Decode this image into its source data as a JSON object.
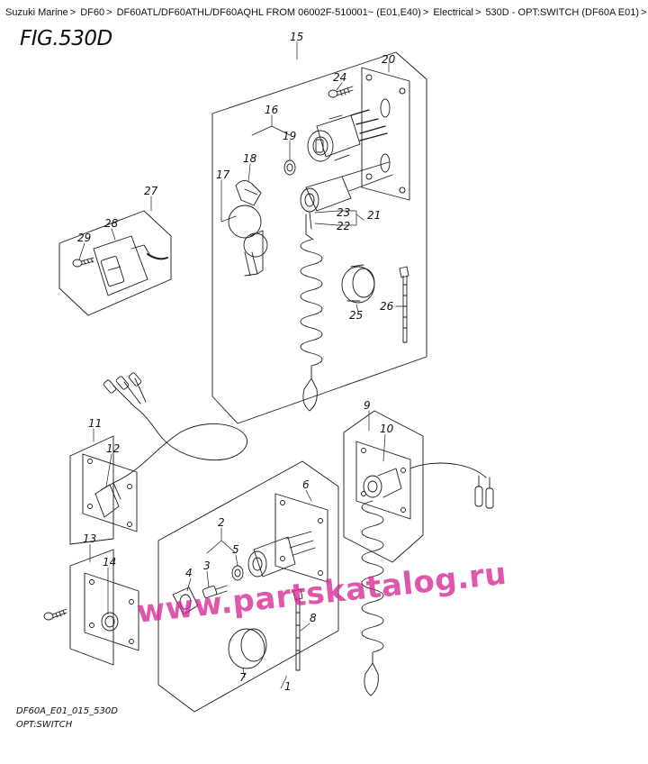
{
  "breadcrumb": {
    "items": [
      "Suzuki Marine",
      "DF60",
      "DF60ATL/DF60ATHL/DF60AQHL FROM 06002F-510001~ (E01,E40)",
      "Electrical",
      "530D - OPT:SWITCH (DF60A E01)"
    ],
    "separator": ">"
  },
  "figure": {
    "title": "FIG.530D",
    "code": "DF60A_E01_015_530D",
    "caption": "OPT:SWITCH"
  },
  "watermark": "www.partskatalog.ru",
  "callouts": {
    "c1": "1",
    "c2": "2",
    "c3": "3",
    "c4": "4",
    "c5": "5",
    "c6": "6",
    "c7": "7",
    "c8": "8",
    "c9": "9",
    "c10": "10",
    "c11": "11",
    "c12": "12",
    "c13": "13",
    "c14": "14",
    "c15": "15",
    "c16": "16",
    "c17": "17",
    "c18": "18",
    "c19": "19",
    "c20": "20",
    "c21": "21",
    "c22": "22",
    "c23": "23",
    "c24": "24",
    "c25": "25",
    "c26": "26",
    "c27": "27",
    "c28": "28",
    "c29": "29"
  },
  "colors": {
    "line": "#1a1a1a",
    "watermark": "#d62896"
  }
}
